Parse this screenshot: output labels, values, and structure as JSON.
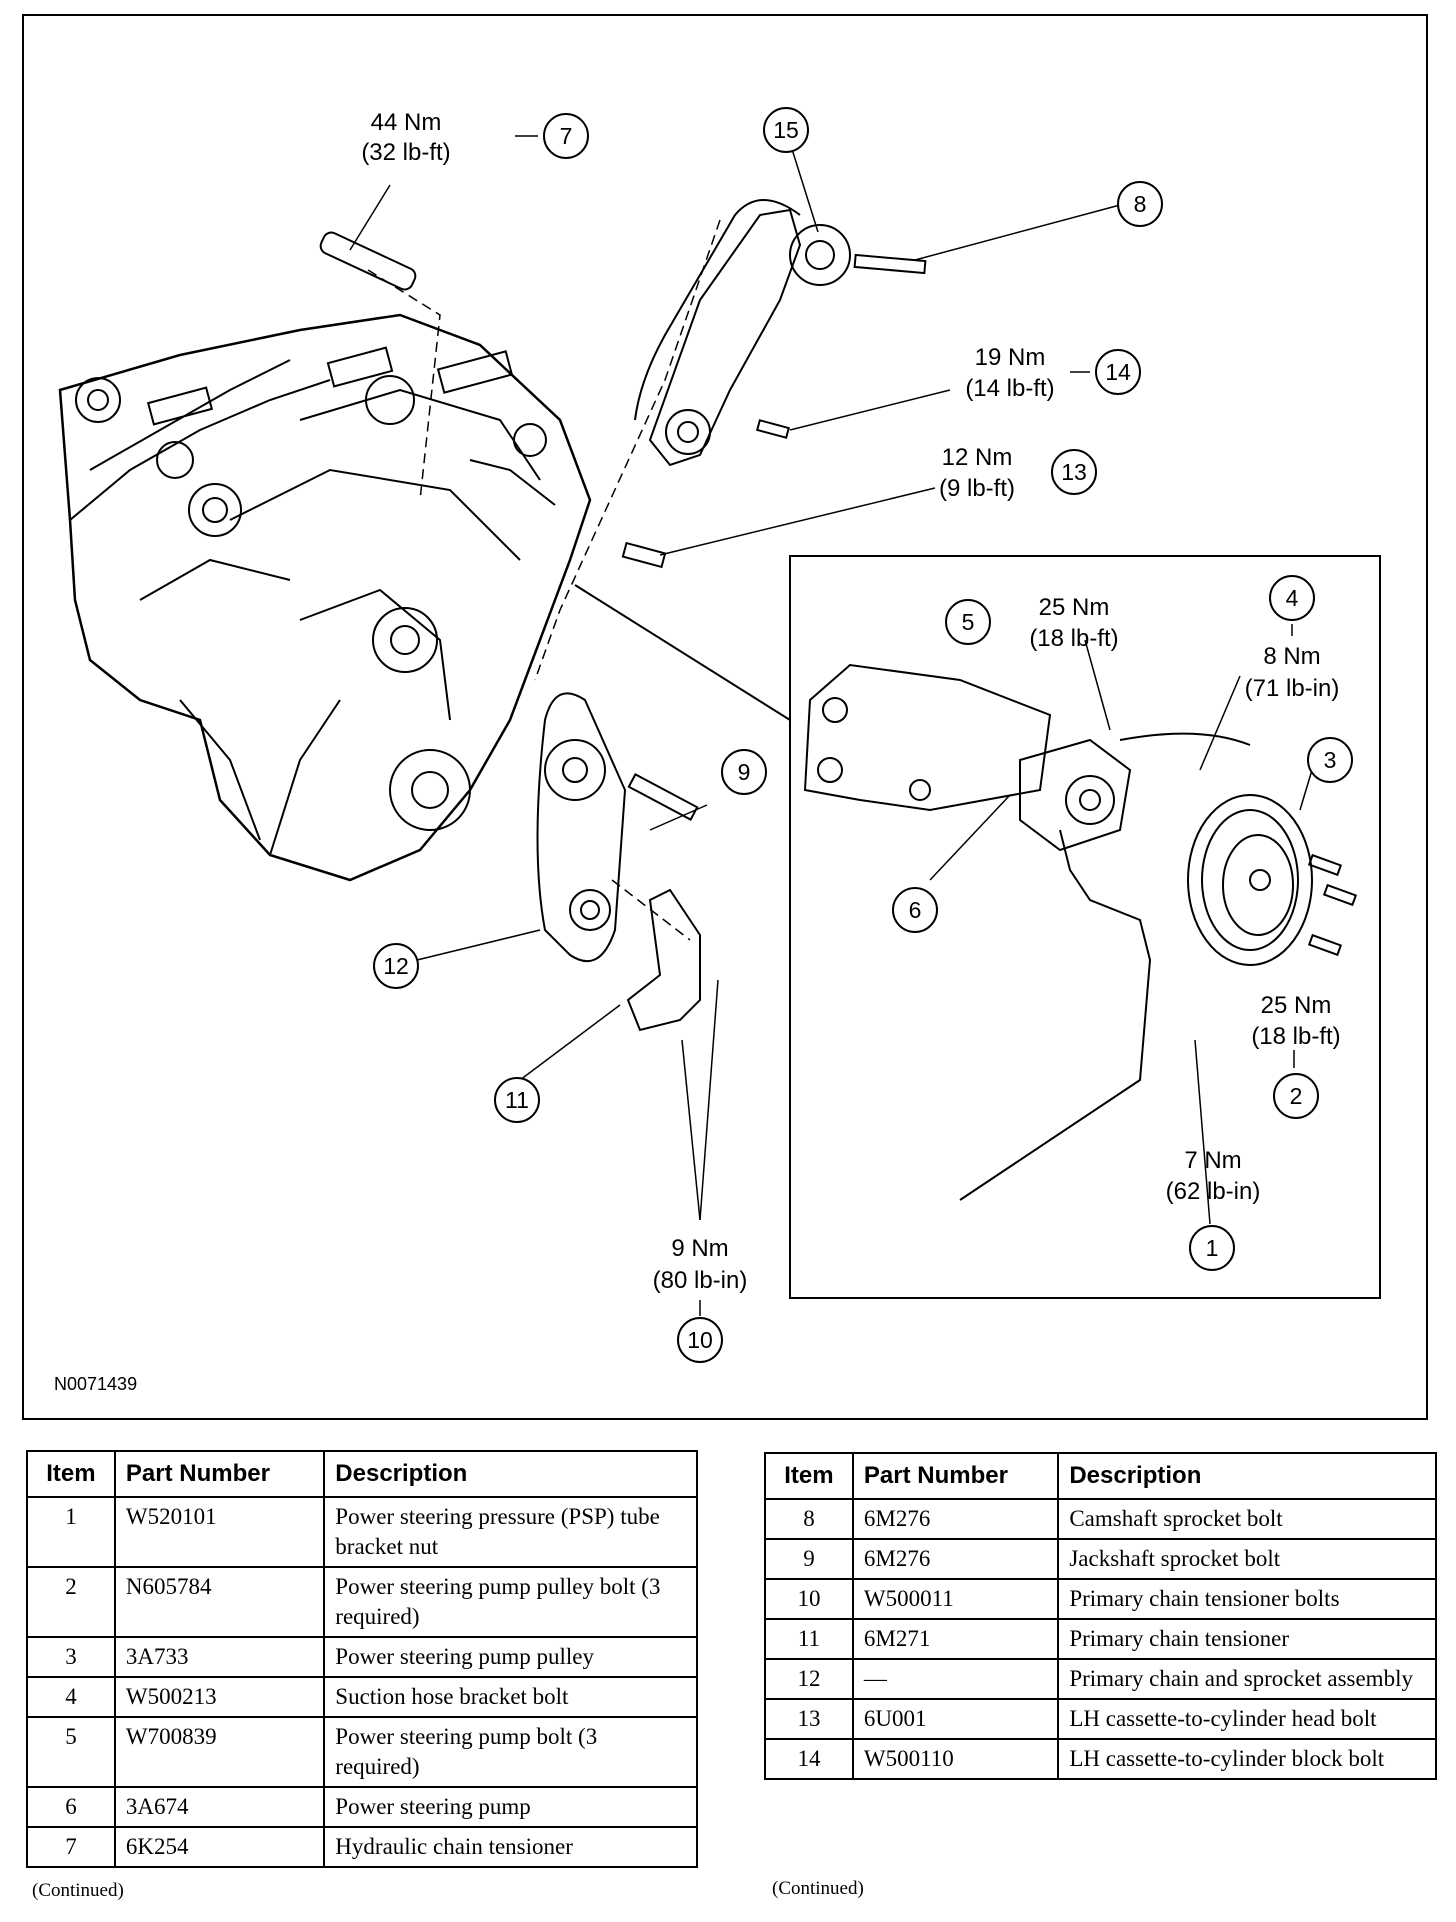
{
  "figure_id": "N0071439",
  "callouts": [
    {
      "num": "7",
      "torque": [
        "44 Nm",
        "(32 lb-ft)"
      ]
    },
    {
      "num": "15",
      "torque": []
    },
    {
      "num": "8",
      "torque": []
    },
    {
      "num": "14",
      "torque": [
        "19 Nm",
        "(14 lb-ft)"
      ]
    },
    {
      "num": "13",
      "torque": [
        "12 Nm",
        "(9 lb-ft)"
      ]
    },
    {
      "num": "5",
      "torque": [
        "25 Nm",
        "(18 lb-ft)"
      ]
    },
    {
      "num": "4",
      "torque": [
        "8 Nm",
        "(71 lb-in)"
      ]
    },
    {
      "num": "3",
      "torque": []
    },
    {
      "num": "9",
      "torque": []
    },
    {
      "num": "6",
      "torque": []
    },
    {
      "num": "12",
      "torque": []
    },
    {
      "num": "2",
      "torque": [
        "25 Nm",
        "(18 lb-ft)"
      ]
    },
    {
      "num": "11",
      "torque": []
    },
    {
      "num": "1",
      "torque": [
        "7 Nm",
        "(62 lb-in)"
      ]
    },
    {
      "num": "10",
      "torque": [
        "9 Nm",
        "(80 lb-in)"
      ]
    }
  ],
  "tables": {
    "headers": {
      "item": "Item",
      "part": "Part Number",
      "desc": "Description"
    },
    "left_rows": [
      {
        "item": "1",
        "part": "W520101",
        "desc": "Power steering pressure (PSP) tube bracket nut"
      },
      {
        "item": "2",
        "part": "N605784",
        "desc": "Power steering pump pulley bolt (3 required)"
      },
      {
        "item": "3",
        "part": "3A733",
        "desc": "Power steering pump pulley"
      },
      {
        "item": "4",
        "part": "W500213",
        "desc": "Suction hose bracket bolt"
      },
      {
        "item": "5",
        "part": "W700839",
        "desc": "Power steering pump bolt (3 required)"
      },
      {
        "item": "6",
        "part": "3A674",
        "desc": "Power steering pump"
      },
      {
        "item": "7",
        "part": "6K254",
        "desc": "Hydraulic chain tensioner"
      }
    ],
    "right_rows": [
      {
        "item": "8",
        "part": "6M276",
        "desc": "Camshaft sprocket bolt"
      },
      {
        "item": "9",
        "part": "6M276",
        "desc": "Jackshaft sprocket bolt"
      },
      {
        "item": "10",
        "part": "W500011",
        "desc": "Primary chain tensioner bolts"
      },
      {
        "item": "11",
        "part": "6M271",
        "desc": "Primary chain tensioner"
      },
      {
        "item": "12",
        "part": "—",
        "desc": "Primary chain and sprocket assembly"
      },
      {
        "item": "13",
        "part": "6U001",
        "desc": "LH cassette-to-cylinder head bolt"
      },
      {
        "item": "14",
        "part": "W500110",
        "desc": "LH cassette-to-cylinder block bolt"
      }
    ],
    "continued": "(Continued)"
  }
}
